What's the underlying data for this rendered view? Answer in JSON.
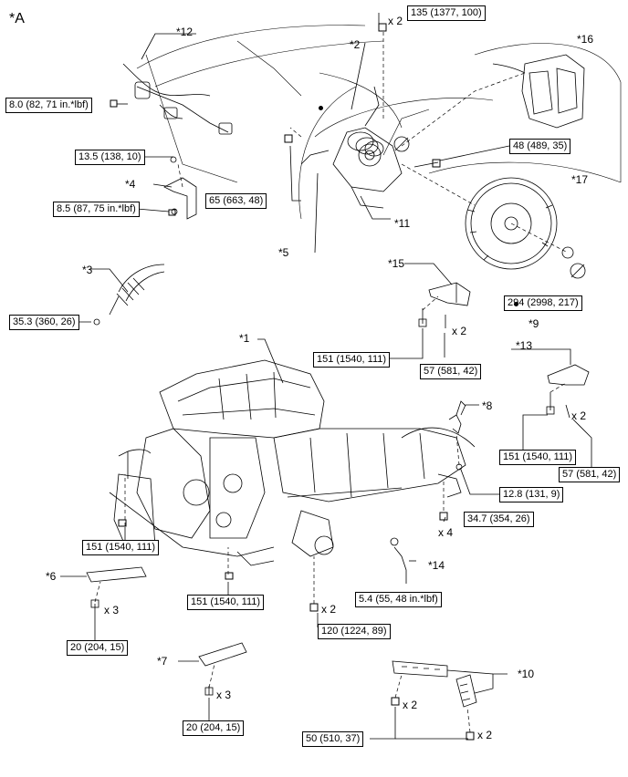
{
  "figure_label": "*A",
  "callouts": {
    "c1": "*1",
    "c2": "*2",
    "c3": "*3",
    "c4": "*4",
    "c5": "*5",
    "c6": "*6",
    "c7": "*7",
    "c8": "*8",
    "c9": "*9",
    "c10": "*10",
    "c11": "*11",
    "c12": "*12",
    "c13": "*13",
    "c14": "*14",
    "c15": "*15",
    "c16": "*16",
    "c17": "*17"
  },
  "torques": {
    "t135": "135 (1377, 100)",
    "t8_0": "8.0 (82, 71 in.*lbf)",
    "t13_5": "13.5 (138, 10)",
    "t8_5": "8.5 (87, 75 in.*lbf)",
    "t65": "65 (663, 48)",
    "t48": "48 (489, 35)",
    "t35_3": "35.3 (360, 26)",
    "t151_a": "151 (1540, 111)",
    "t57_a": "57 (581, 42)",
    "t294": "294 (2998, 217)",
    "t151_b": "151 (1540, 111)",
    "t57_b": "57 (581, 42)",
    "t12_8": "12.8 (131, 9)",
    "t34_7": "34.7 (354, 26)",
    "t151_c": "151 (1540, 111)",
    "t151_d": "151 (1540, 111)",
    "t5_4": "5.4 (55, 48 in.*lbf)",
    "t120": "120 (1224, 89)",
    "t20_a": "20 (204, 15)",
    "t20_b": "20 (204, 15)",
    "t50": "50 (510, 37)"
  },
  "quantities": {
    "q135": "x 2",
    "q15": "x 2",
    "q13": "x 2",
    "q4": "x 4",
    "q6": "x 3",
    "q120": "x 2",
    "q7": "x 3",
    "q10a": "x 2",
    "q10b": "x 2"
  }
}
